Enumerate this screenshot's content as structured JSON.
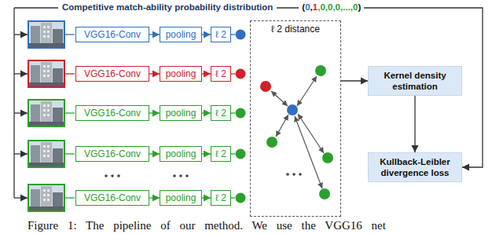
{
  "diagram": {
    "caption": "Figure 1: The pipeline of our method. We use the VGG16 net",
    "nodes": [
      {
        "text": [
          "VGG16-Conv"
        ]
      },
      {
        "text": [
          "pooling"
        ]
      },
      {
        "text": [
          "ℓ 2"
        ]
      },
      {
        "text": [
          "VGG16-Conv"
        ]
      },
      {
        "text": [
          "pooling"
        ]
      },
      {
        "text": [
          "ℓ 2"
        ]
      },
      {
        "text": [
          "VGG16-Conv"
        ]
      },
      {
        "text": [
          "pooling"
        ]
      },
      {
        "text": [
          "ℓ 2"
        ]
      },
      {
        "text": [
          "VGG16-Conv"
        ]
      },
      {
        "text": [
          "pooling"
        ]
      },
      {
        "text": [
          "ℓ 2"
        ]
      },
      {
        "text": [
          "VGG16-Conv"
        ]
      },
      {
        "text": [
          "pooling"
        ]
      },
      {
        "text": [
          "ℓ 2"
        ]
      },
      {
        "text": [
          "ℓ 2 distance"
        ]
      },
      {
        "text": [
          "Kernel density estimation"
        ]
      },
      {
        "text": [
          "Kullback-Leibler divergence loss"
        ]
      }
    ],
    "edges": [
      {
        "from": 0,
        "to": 1,
        "arrow": "to"
      },
      {
        "from": 1,
        "to": 2,
        "arrow": "to"
      },
      {
        "from": 3,
        "to": 4,
        "arrow": "to"
      },
      {
        "from": 4,
        "to": 5,
        "arrow": "to"
      },
      {
        "from": 6,
        "to": 7,
        "arrow": "to"
      },
      {
        "from": 7,
        "to": 8,
        "arrow": "to"
      },
      {
        "from": 9,
        "to": 10,
        "arrow": "to"
      },
      {
        "from": 10,
        "to": 11,
        "arrow": "to"
      },
      {
        "from": 12,
        "to": 13,
        "arrow": "to"
      },
      {
        "from": 13,
        "to": 14,
        "arrow": "to"
      },
      {
        "from": 15,
        "to": 16,
        "arrow": "to"
      },
      {
        "from": 16,
        "to": 17,
        "arrow": "to"
      }
    ],
    "labels": [
      "Competitive match-ability probability distribution",
      "(",
      "0",
      ",",
      "1",
      ",0,0,0,...,0",
      ")"
    ]
  }
}
